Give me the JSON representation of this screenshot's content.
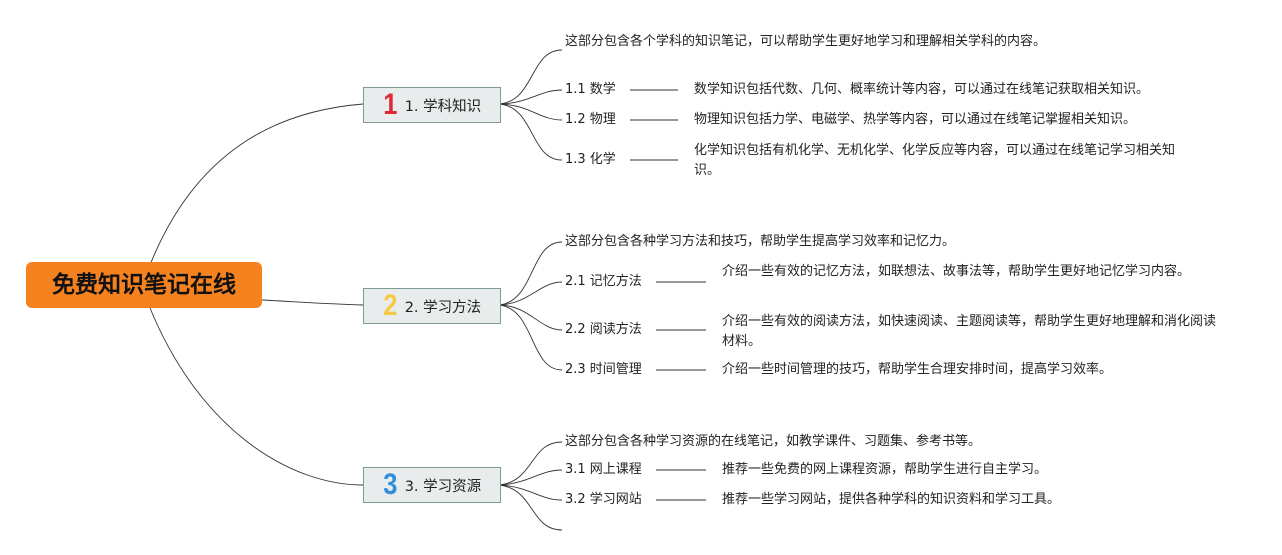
{
  "root": {
    "title": "免费知识笔记在线"
  },
  "branches": [
    {
      "number": "1",
      "number_color": "#e0283b",
      "label": "1. 学科知识",
      "intro": "这部分包含各个学科的知识笔记，可以帮助学生更好地学习和理解相关学科的内容。",
      "items": [
        {
          "label": "1.1 数学",
          "desc": "数学知识包括代数、几何、概率统计等内容，可以通过在线笔记获取相关知识。"
        },
        {
          "label": "1.2 物理",
          "desc": "物理知识包括力学、电磁学、热学等内容，可以通过在线笔记掌握相关知识。"
        },
        {
          "label": "1.3 化学",
          "desc": "化学知识包括有机化学、无机化学、化学反应等内容，可以通过在线笔记学习相关知识。"
        }
      ]
    },
    {
      "number": "2",
      "number_color": "#f7c948",
      "label": "2. 学习方法",
      "intro": "这部分包含各种学习方法和技巧，帮助学生提高学习效率和记忆力。",
      "items": [
        {
          "label": "2.1 记忆方法",
          "desc": "介绍一些有效的记忆方法，如联想法、故事法等，帮助学生更好地记忆学习内容。"
        },
        {
          "label": "2.2 阅读方法",
          "desc": "介绍一些有效的阅读方法，如快速阅读、主题阅读等，帮助学生更好地理解和消化阅读材料。"
        },
        {
          "label": "2.3 时间管理",
          "desc": "介绍一些时间管理的技巧，帮助学生合理安排时间，提高学习效率。"
        }
      ]
    },
    {
      "number": "3",
      "number_color": "#2f8fdc",
      "label": "3. 学习资源",
      "intro": "这部分包含各种学习资源的在线笔记，如教学课件、习题集、参考书等。",
      "items": [
        {
          "label": "3.1 网上课程",
          "desc": "推荐一些免费的网上课程资源，帮助学生进行自主学习。"
        },
        {
          "label": "3.2 学习网站",
          "desc": "推荐一些学习网站，提供各种学科的知识资料和学习工具。"
        }
      ]
    }
  ]
}
